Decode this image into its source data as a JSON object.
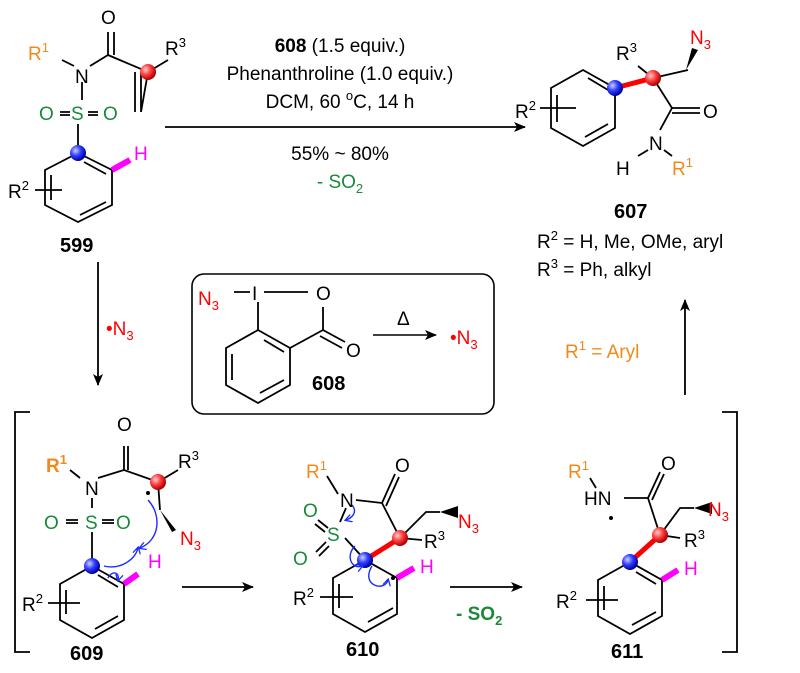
{
  "conditions": {
    "reagent_id": "608",
    "reagent_amount": " (1.5 equiv.)",
    "additive": "Phenanthroline (1.0 equiv.)",
    "solvent_pre": "DCM, 60 ",
    "degree": "o",
    "solvent_post": "C, 14 h",
    "yield": "55% ~ 80%",
    "byproduct": "- SO",
    "byproduct_sub": "2"
  },
  "compounds": {
    "c599": "599",
    "c607": "607",
    "c608": "608",
    "c609": "609",
    "c610": "610",
    "c611": "611"
  },
  "atoms": {
    "O": "O",
    "N": "N",
    "S": "S",
    "H": "H",
    "I": "I",
    "HN": "HN",
    "R": "R",
    "one": "1",
    "two": "2",
    "three": "3",
    "radical": "•"
  },
  "scope": {
    "r2_values": " = H, Me, OMe, aryl",
    "r3_values": " = Ph, alkyl",
    "r1_values": " = Aryl"
  },
  "steps": {
    "delta": "Δ",
    "loss": "- SO",
    "loss_sub": "2"
  },
  "colors": {
    "r1": "#f28a1a",
    "sulfonyl": "#1a8a3a",
    "azide": "#ff0000",
    "hydrogen": "#ff00ff",
    "aryl_carbon": "#0000ff"
  }
}
